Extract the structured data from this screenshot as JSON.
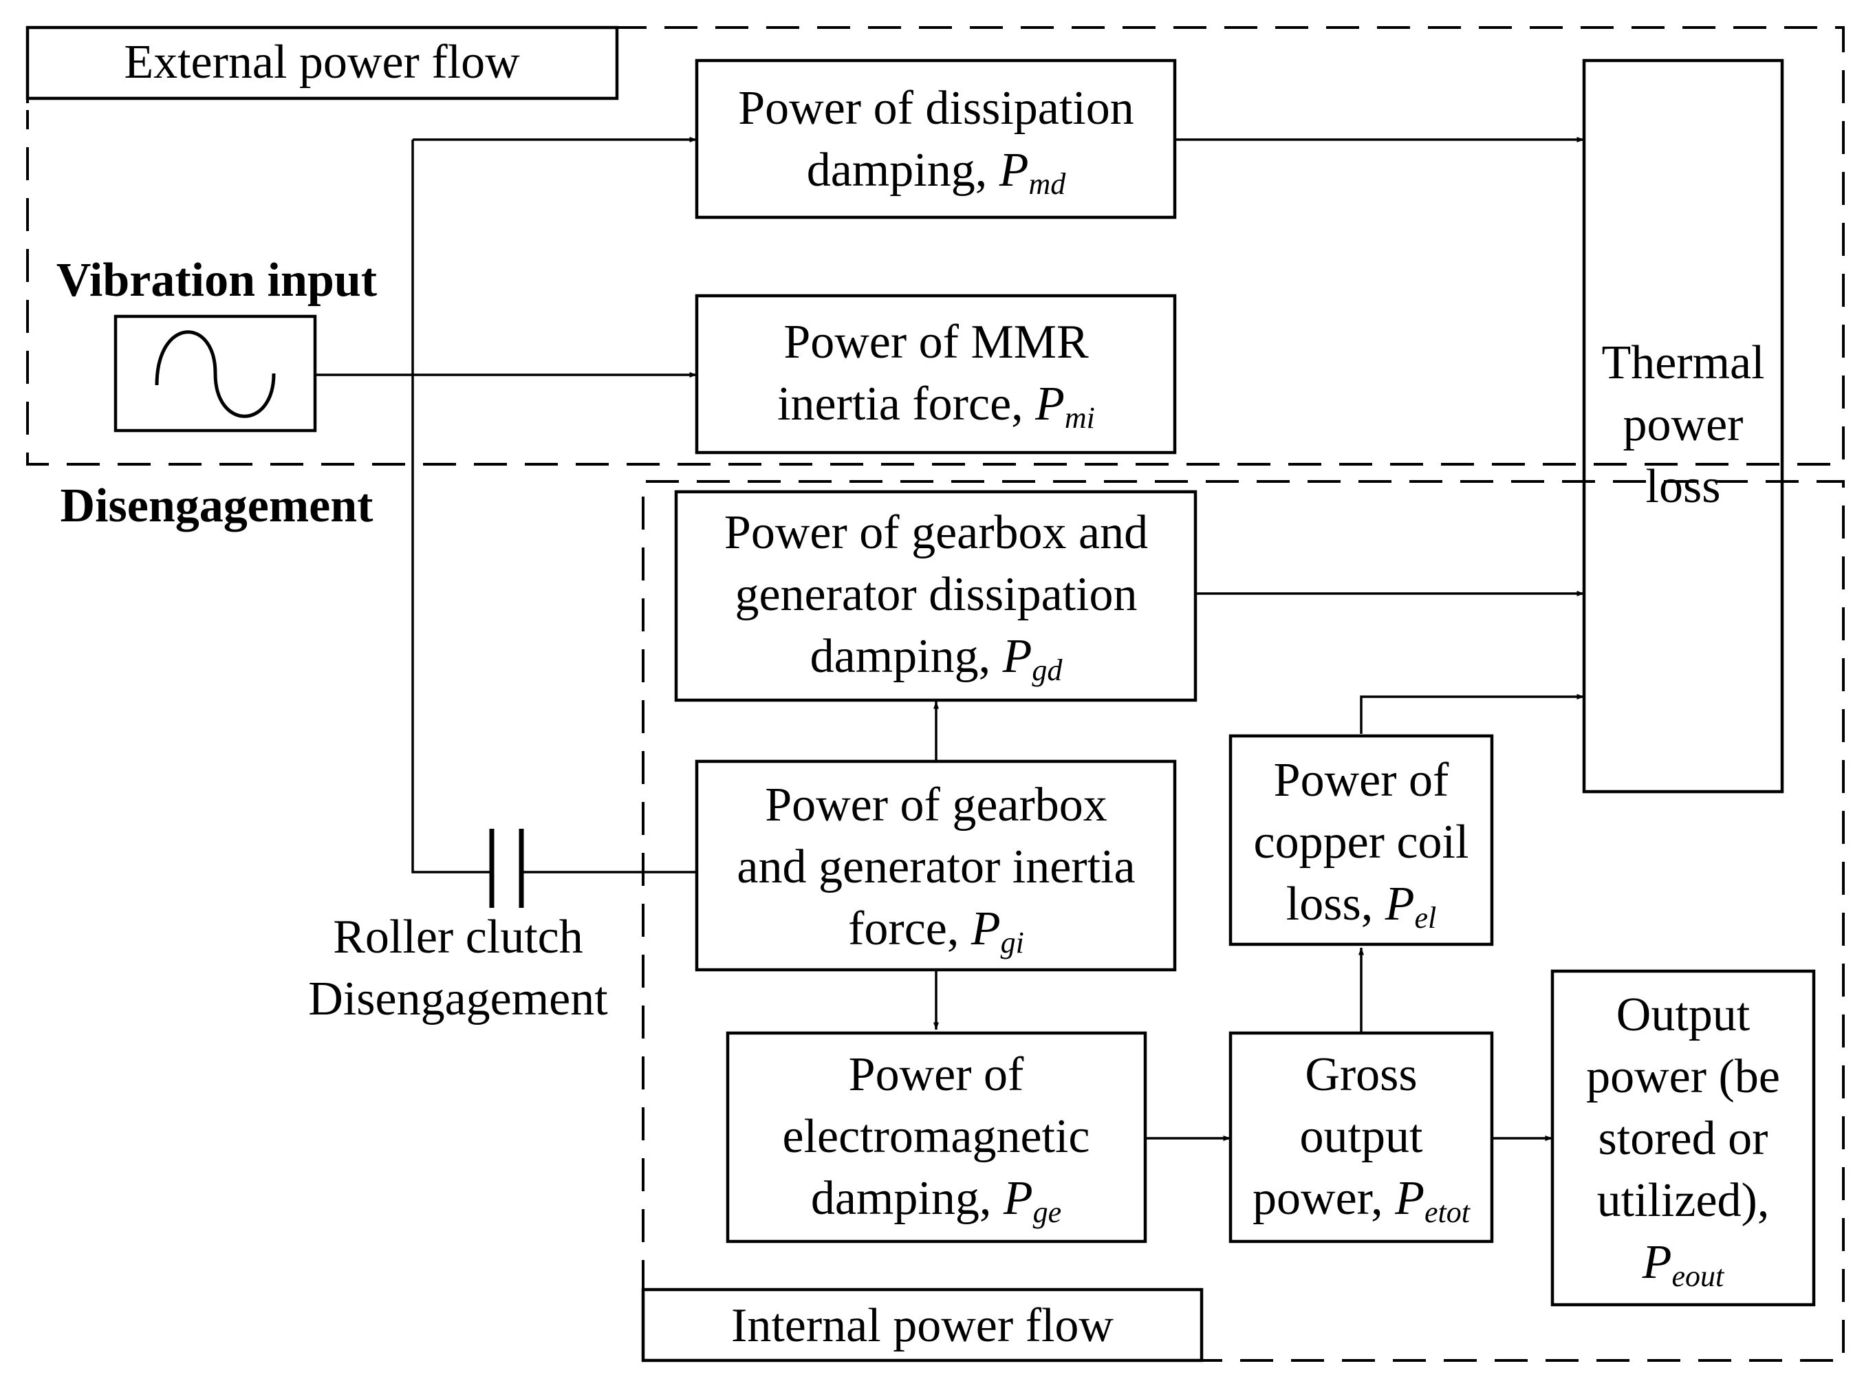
{
  "regions": {
    "external_label": "External power flow",
    "internal_label": "Internal power flow"
  },
  "labels": {
    "vibration_input": "Vibration input",
    "disengagement": "Disengagement",
    "roller_clutch_line1": "Roller clutch",
    "roller_clutch_line2": "Disengagement"
  },
  "boxes": {
    "md": {
      "line1": "Power of dissipation",
      "line2": "damping, ",
      "symbol": "P",
      "subscript": "md"
    },
    "mi": {
      "line1": "Power of MMR",
      "line2": "inertia force, ",
      "symbol": "P",
      "subscript": "mi"
    },
    "thermal": {
      "line1": "Thermal",
      "line2": "power",
      "line3": "loss"
    },
    "gd": {
      "line1": "Power of gearbox and",
      "line2": "generator dissipation",
      "line3": "damping, ",
      "symbol": "P",
      "subscript": "gd"
    },
    "gi": {
      "line1": "Power of gearbox",
      "line2": "and generator inertia",
      "line3": "force, ",
      "symbol": "P",
      "subscript": "gi"
    },
    "el": {
      "line1": "Power of",
      "line2": "copper coil",
      "line3": "loss, ",
      "symbol": "P",
      "subscript": "el"
    },
    "ge": {
      "line1": "Power of",
      "line2": "electromagnetic",
      "line3": "damping, ",
      "symbol": "P",
      "subscript": "ge"
    },
    "etot": {
      "line1": "Gross",
      "line2": "output",
      "line3": "power, ",
      "symbol": "P",
      "subscript": "etot"
    },
    "eout": {
      "line1": "Output",
      "line2": "power (be",
      "line3": "stored or",
      "line4": "utilized),",
      "symbol": "P",
      "subscript": "eout"
    }
  },
  "icons": {
    "source": "sine-wave-icon",
    "clutch": "roller-clutch-icon"
  }
}
